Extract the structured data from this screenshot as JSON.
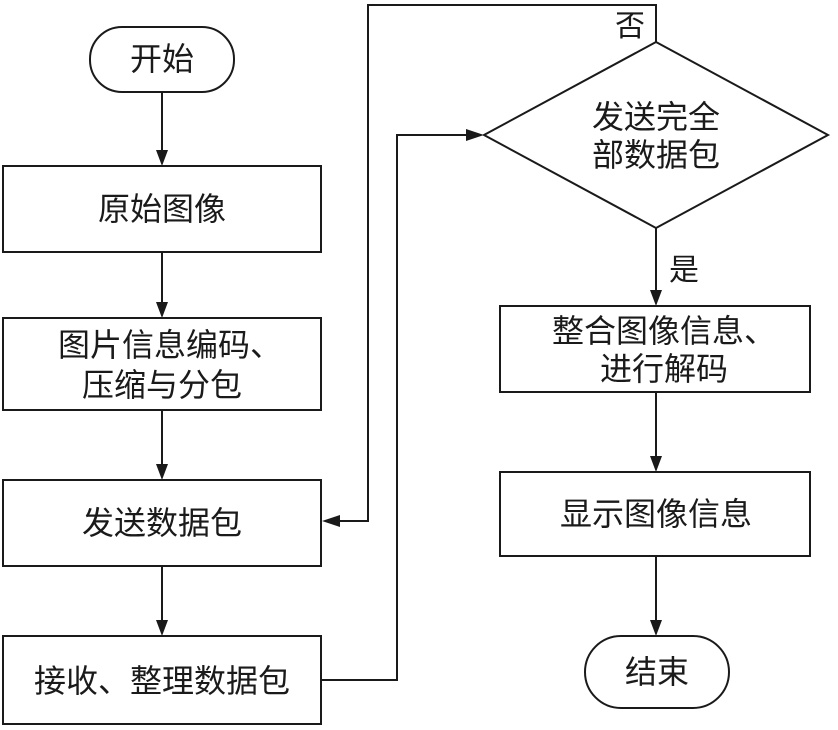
{
  "nodes": {
    "start": "开始",
    "original_image": "原始图像",
    "encode_compress": [
      "图片信息编码、",
      "压缩与分包"
    ],
    "send_packets": "发送数据包",
    "receive_packets": "接收、整理数据包",
    "all_sent_decision": [
      "发送完全",
      "部数据包"
    ],
    "integrate_decode": [
      "整合图像信息、",
      "进行解码"
    ],
    "display_image": "显示图像信息",
    "end": "结束"
  },
  "edge_labels": {
    "no": "否",
    "yes": "是"
  },
  "colors": {
    "stroke": "#1a1a1a",
    "fill": "#ffffff"
  }
}
